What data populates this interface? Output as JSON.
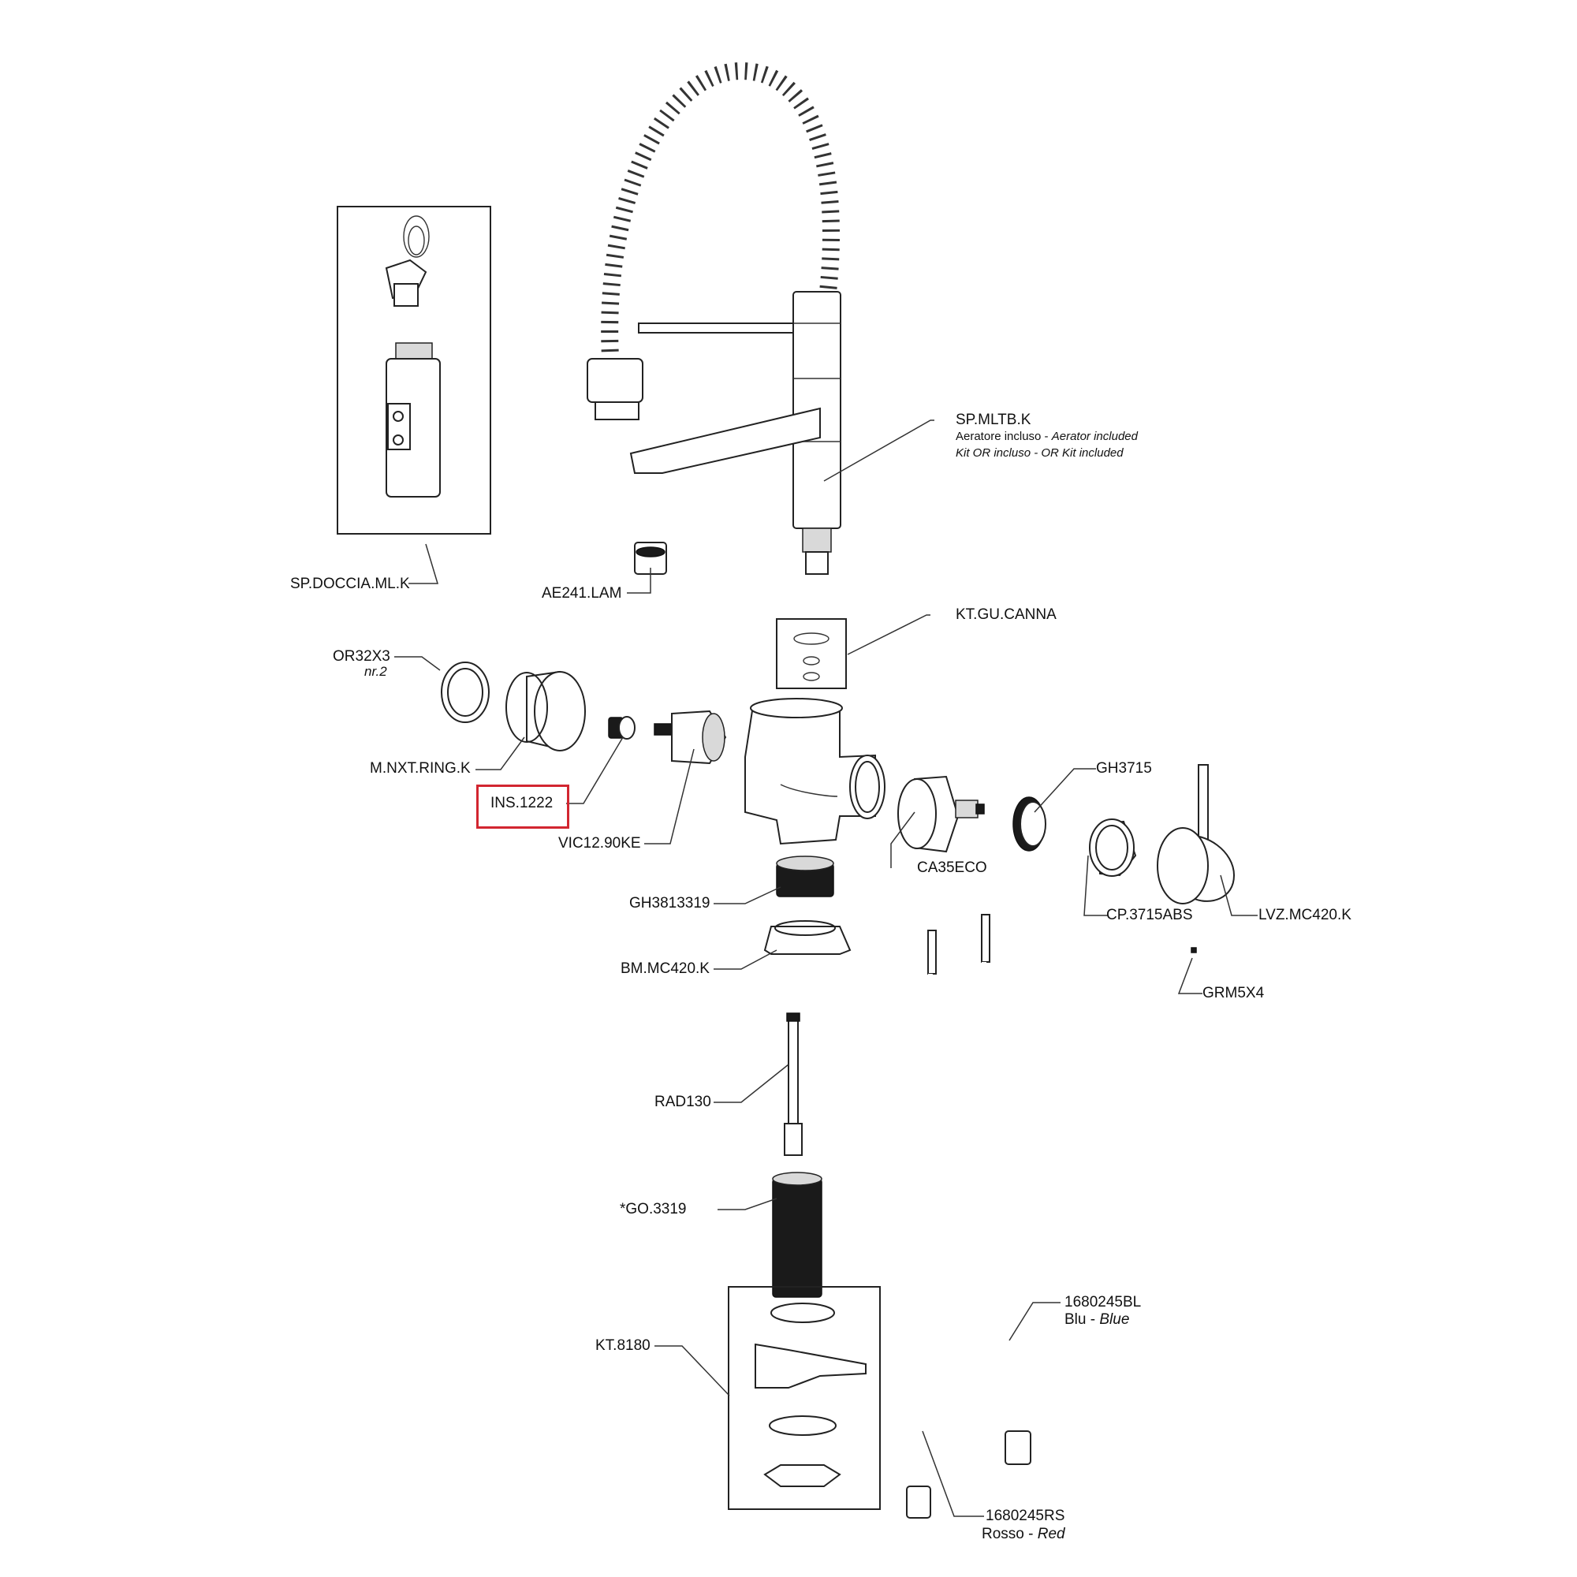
{
  "labels": {
    "sp_doccia": "SP.DOCCIA.ML.K",
    "ae241": "AE241.LAM",
    "sp_mltb": "SP.MLTB.K",
    "aeratore_it": "Aeratore incluso - ",
    "aeratore_en": "Aerator included",
    "kit_or_it": "Kit OR incluso - ",
    "kit_or_en": "OR Kit included",
    "kt_gu_canna": "KT.GU.CANNA",
    "or32x3": "OR32X3",
    "or32x3_qty": "nr.2",
    "m_nxt_ring": "M.NXT.RING.K",
    "ins1222": "INS.1222",
    "vic12": "VIC12.90KE",
    "gh3715": "GH3715",
    "ca35eco": "CA35ECO",
    "gh3813319": "GH3813319",
    "cp3715abs": "CP.3715ABS",
    "lvz": "LVZ.MC420.K",
    "grm5x4": "GRM5X4",
    "bm_mc420": "BM.MC420.K",
    "rad130": "RAD130",
    "go3319": "*GO.3319",
    "kt8180": "KT.8180",
    "hose_blue": "1680245BL",
    "hose_blue_it": "Blu - ",
    "hose_blue_en": "Blue",
    "hose_red": "1680245RS",
    "hose_red_it": "Rosso - ",
    "hose_red_en": "Red"
  },
  "highlight": {
    "target": "INS.1222",
    "color": "#d22630"
  }
}
